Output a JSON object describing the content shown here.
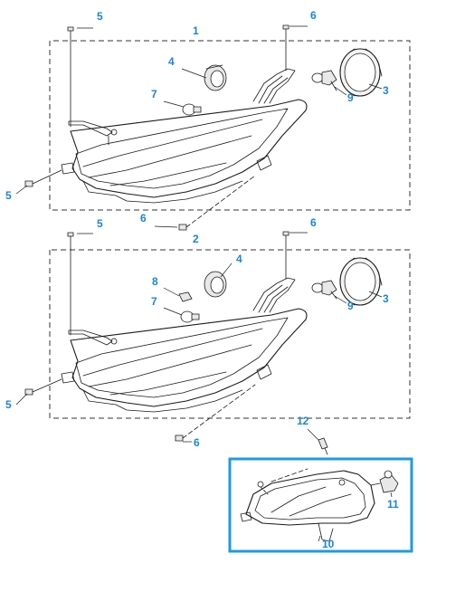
{
  "callouts": {
    "group_upper": "1",
    "group_lower": "2",
    "upper_screw_top": "5",
    "upper_screw_left": "5",
    "upper_bolt_top": "6",
    "upper_bolt_bottom": "6",
    "upper_cover_small": "4",
    "upper_bulb_small": "7",
    "upper_cover_large": "3",
    "upper_bulb_main": "9",
    "lower_screw_top": "5",
    "lower_screw_left": "5",
    "lower_bolt_top": "6",
    "lower_bolt_bottom": "6",
    "lower_cover_small": "4",
    "lower_bulb_small": "7",
    "lower_clip": "8",
    "lower_cover_large": "3",
    "lower_bulb_main": "9",
    "fog_bracket_screw": "12",
    "fog_lamp": "10",
    "fog_bulb": "11"
  },
  "colors": {
    "callout": "#1a86d6",
    "highlight_box": "#1e9be0",
    "line": "#1b1b1b"
  },
  "icons": {
    "screw": "screw-icon",
    "bulb": "bulb-icon",
    "cover": "cover-cap-icon",
    "headlamp": "headlamp-icon",
    "fog_lamp": "fog-lamp-icon"
  }
}
